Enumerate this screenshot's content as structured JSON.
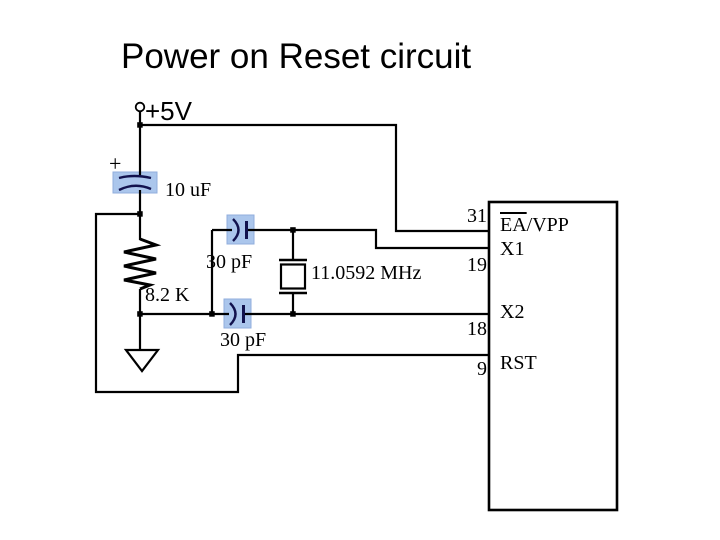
{
  "slide": {
    "title": "Power on Reset circuit",
    "background_color": "#ffffff"
  },
  "circuit": {
    "supply_label": "+5V",
    "electrolytic_cap": {
      "polarity": "+",
      "value": "10 uF"
    },
    "resistor": {
      "value": "8.2 K"
    },
    "cap_top": {
      "value": "30 pF"
    },
    "cap_bottom": {
      "value": "30 pF"
    },
    "crystal": {
      "value": "11.0592 MHz"
    }
  },
  "chip": {
    "pins": [
      {
        "number": "31",
        "overlined": "EA",
        "label": "/VPP"
      },
      {
        "number": "19",
        "overlined": "",
        "label": "X1"
      },
      {
        "number": "18",
        "overlined": "",
        "label": "X2"
      },
      {
        "number": "9",
        "overlined": "",
        "label": "RST"
      }
    ]
  },
  "colors": {
    "wire": "#000000",
    "text": "#000000",
    "component_highlight": "#abc6ec",
    "component_stroke": "#12124e"
  },
  "icons": {
    "power_terminal": "open-circle",
    "ground": "open-down-triangle"
  }
}
